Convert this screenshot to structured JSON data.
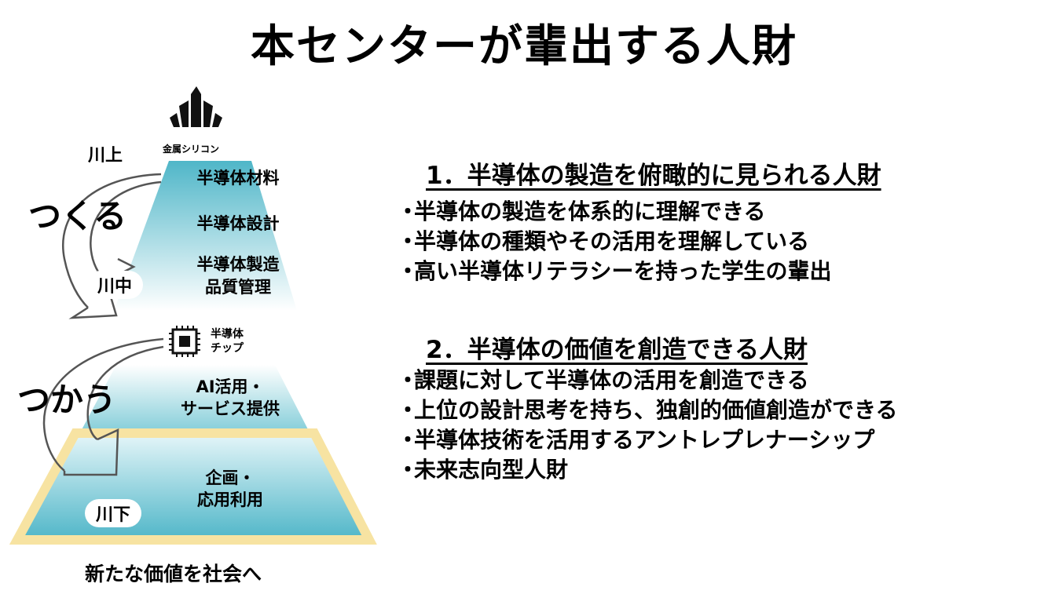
{
  "title": "本センターが輩出する人財",
  "diagram": {
    "top_icon_label": "金属シリコン",
    "river_upper": "川上",
    "river_middle": "川中",
    "river_lower": "川下",
    "verb_make": "つくる",
    "verb_use": "つかう",
    "chip_label_line1": "半導体",
    "chip_label_line2": "チップ",
    "upper_layers": [
      "半導体材料",
      "半導体設計",
      "半導体製造",
      "品質管理"
    ],
    "middle_layer": [
      "AI活用・",
      "サービス提供"
    ],
    "lower_layer": [
      "企画・",
      "応用利用"
    ],
    "caption": "新たな価値を社会へ",
    "colors": {
      "teal": "#4fb6c8",
      "pale": "#e6f6f9",
      "border": "#f7e3a2"
    }
  },
  "sections": [
    {
      "heading": "1．半導体の製造を俯瞰的に見られる人財",
      "items": [
        "半導体の製造を体系的に理解できる",
        "半導体の種類やその活用を理解している",
        "高い半導体リテラシーを持った学生の輩出"
      ]
    },
    {
      "heading": "2．半導体の価値を創造できる人財",
      "items": [
        "課題に対して半導体の活用を創造できる",
        "上位の設計思考を持ち、独創的価値創造ができる",
        "半導体技術を活用するアントレプレナーシップ",
        "未来志向型人財"
      ]
    }
  ],
  "bullet_char": "・"
}
